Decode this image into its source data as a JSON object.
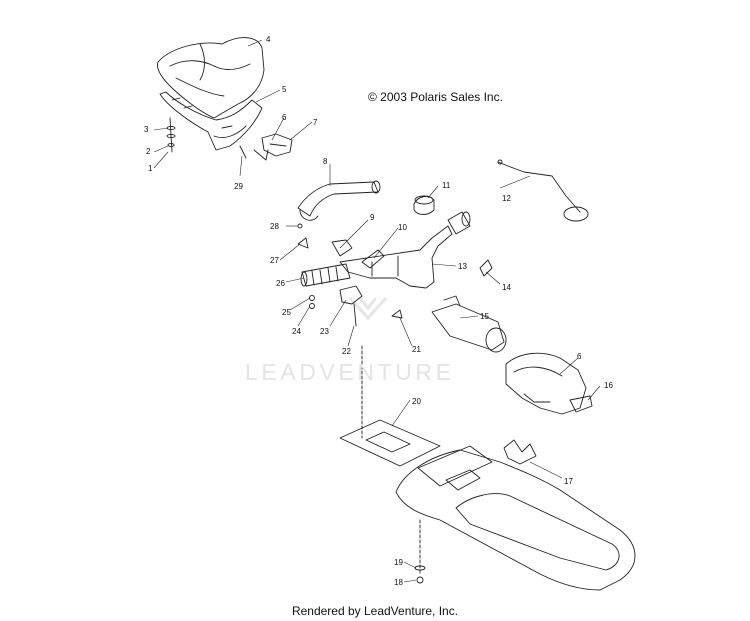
{
  "copyright": "© 2003 Polaris Sales Inc.",
  "footer": "Rendered by LeadVenture, Inc.",
  "watermark": "LEADVENTURE",
  "callouts": [
    "1",
    "2",
    "3",
    "4",
    "5",
    "6",
    "7",
    "8",
    "9",
    "10",
    "11",
    "12",
    "13",
    "14",
    "15",
    "16",
    "17",
    "18",
    "19",
    "20",
    "21",
    "22",
    "23",
    "24",
    "25",
    "26",
    "27",
    "28",
    "29",
    "6"
  ],
  "line_color": "#222222"
}
